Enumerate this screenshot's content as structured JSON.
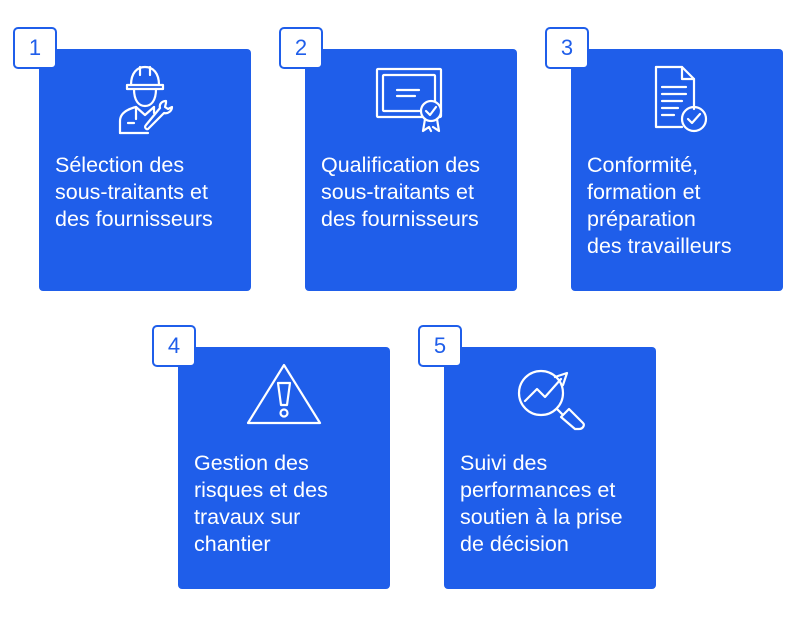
{
  "steps": [
    {
      "number": "1",
      "label": "Sélection des\nsous-traitants et\ndes fournisseurs",
      "icon": "worker-wrench-icon"
    },
    {
      "number": "2",
      "label": "Qualification des\nsous-traitants et\ndes fournisseurs",
      "icon": "certificate-icon"
    },
    {
      "number": "3",
      "label": "Conformité,\nformation et\npréparation\ndes travailleurs",
      "icon": "document-check-icon"
    },
    {
      "number": "4",
      "label": "Gestion des\nrisques et des\ntravaux sur\nchantier",
      "icon": "warning-icon"
    },
    {
      "number": "5",
      "label": "Suivi des\nperformances et\nsoutien à la prise\nde décision",
      "icon": "magnifier-growth-icon"
    }
  ],
  "colors": {
    "primary": "#1f5eea",
    "badge_bg": "#ffffff",
    "text": "#ffffff"
  }
}
